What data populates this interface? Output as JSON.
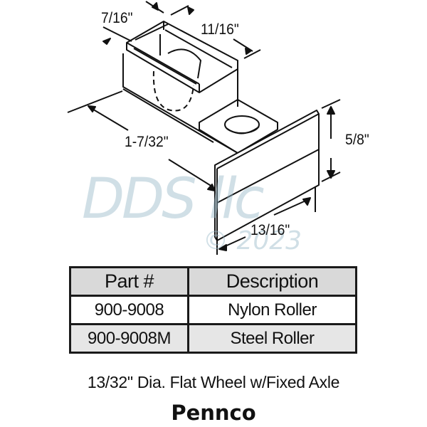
{
  "diagram": {
    "subject": "roller-assembly-isometric",
    "dimensions": {
      "width_top": "7/16\"",
      "depth_top": "11/16\"",
      "length": "1-7/32\"",
      "height": "5/8\"",
      "face_width": "13/16\""
    },
    "watermark": {
      "text": "DDS llc",
      "copyright": "© 2023"
    }
  },
  "table": {
    "headers": [
      "Part #",
      "Description"
    ],
    "rows": [
      {
        "part": "900-9008",
        "description": "Nylon Roller"
      },
      {
        "part": "900-9008M",
        "description": "Steel Roller"
      }
    ]
  },
  "caption": "13/32\" Dia. Flat Wheel w/Fixed Axle",
  "brand": "Pennco"
}
